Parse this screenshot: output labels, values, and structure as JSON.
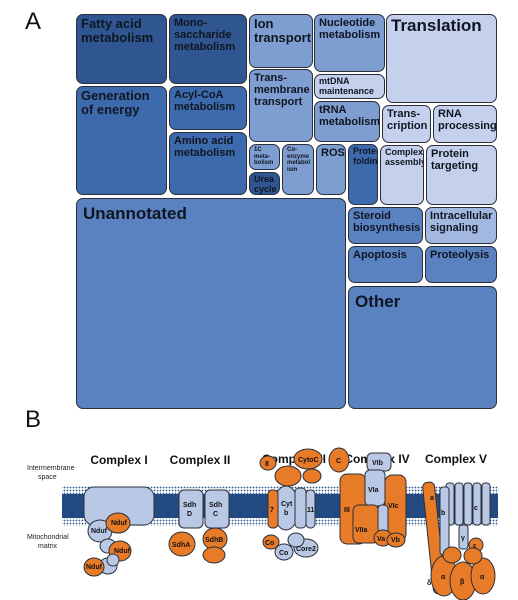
{
  "panel_a": {
    "letter": "A",
    "cells": [
      {
        "id": "fatty-acid-metabolism",
        "label": "Fatty acid metabolism"
      },
      {
        "id": "monosaccharide-metabolism",
        "label": "Mono-saccharide metabolism"
      },
      {
        "id": "ion-transport",
        "label": "Ion transport"
      },
      {
        "id": "nucleotide-metabolism",
        "label": "Nucleotide metabolism"
      },
      {
        "id": "translation",
        "label": "Translation"
      },
      {
        "id": "generation-of-energy",
        "label": "Generation of energy"
      },
      {
        "id": "acyl-coa-metabolism",
        "label": "Acyl-CoA metabolism"
      },
      {
        "id": "transmembrane-transport",
        "label": "Trans-membrane transport"
      },
      {
        "id": "mtdna-maintenance",
        "label": "mtDNA maintenance"
      },
      {
        "id": "trna-metabolism",
        "label": "tRNA metabolism"
      },
      {
        "id": "transcription",
        "label": "Trans-cription"
      },
      {
        "id": "rna-processing",
        "label": "RNA processing"
      },
      {
        "id": "amino-acid-metabolism",
        "label": "Amino acid metabolism"
      },
      {
        "id": "1c-metabolism",
        "label": "1C meta-bolism"
      },
      {
        "id": "urea-cycle",
        "label": "Urea cycle"
      },
      {
        "id": "coenzyme-metabolism",
        "label": "Co-enzyme metabol ism"
      },
      {
        "id": "ros",
        "label": "ROS"
      },
      {
        "id": "protein-folding",
        "label": "Protein folding"
      },
      {
        "id": "complex-assembly",
        "label": "Complex assembly"
      },
      {
        "id": "protein-targeting",
        "label": "Protein targeting"
      },
      {
        "id": "unannotated",
        "label": "Unannotated"
      },
      {
        "id": "steroid-biosynthesis",
        "label": "Steroid biosynthesis"
      },
      {
        "id": "intracellular-signaling",
        "label": "Intracellular signaling"
      },
      {
        "id": "apoptosis",
        "label": "Apoptosis"
      },
      {
        "id": "proteolysis",
        "label": "Proteolysis"
      },
      {
        "id": "other",
        "label": "Other"
      }
    ]
  },
  "panel_b": {
    "letter": "B",
    "complex_titles": [
      "Complex I",
      "Complex II",
      "Complex III",
      "Complex IV",
      "Complex V"
    ],
    "side_labels": {
      "intermembrane": "Intermembrane space",
      "matrix": "Mitochondrial matrix"
    },
    "subunits": {
      "c1": [
        "Nduf",
        "Nduf",
        "Nduf",
        "Nduf"
      ],
      "c2": [
        "Sdh D",
        "Sdh C",
        "SdhA",
        "SdhB"
      ],
      "c3": [
        "8",
        "CytoC",
        "7",
        "Cyt b",
        "11",
        "Co",
        "Co",
        "Core2"
      ],
      "c4": [
        "C",
        "VIb",
        "VIa",
        "III",
        "VIc",
        "VIIa",
        "Va",
        "Vb"
      ],
      "c5": [
        "a",
        "b",
        "c",
        "γ",
        "ε",
        "α",
        "β",
        "α",
        "δ"
      ]
    },
    "colors": {
      "orange": "#e87b28",
      "light_blue": "#b9c8e4",
      "membrane": "#244a80"
    }
  }
}
